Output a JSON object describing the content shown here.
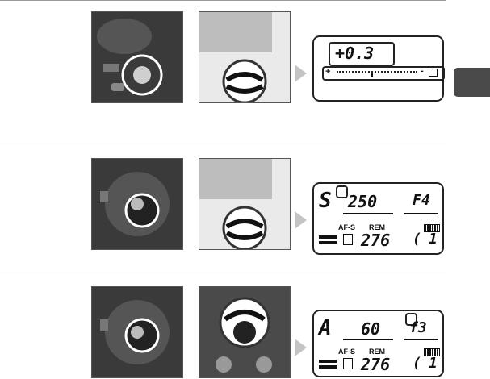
{
  "row1": {
    "lcd": {
      "value": "+0.3",
      "scale_plus": "+",
      "scale_minus": "-",
      "scale_icon": "exposure-comp-icon"
    }
  },
  "row2": {
    "lcd": {
      "mode": "S",
      "shutter": "250",
      "aperture": "F4",
      "af_mode": "AF-S",
      "rem": "REM",
      "count": "276",
      "bracket_open": "(",
      "bracket_value": "1",
      "battery_icon": "battery-icon",
      "lock_icon": "lock-icon"
    }
  },
  "row3": {
    "lcd": {
      "mode": "A",
      "shutter": "60",
      "aperture": "f3",
      "af_mode": "AF-S",
      "rem": "REM",
      "count": "276",
      "bracket_open": "(",
      "bracket_value": "1",
      "battery_icon": "battery-icon",
      "lock_icon": "lock-icon"
    }
  },
  "colors": {
    "photo_bg": "#2f2f2f",
    "arrow": "#c4c4c4",
    "tab": "#4a4a4a"
  }
}
